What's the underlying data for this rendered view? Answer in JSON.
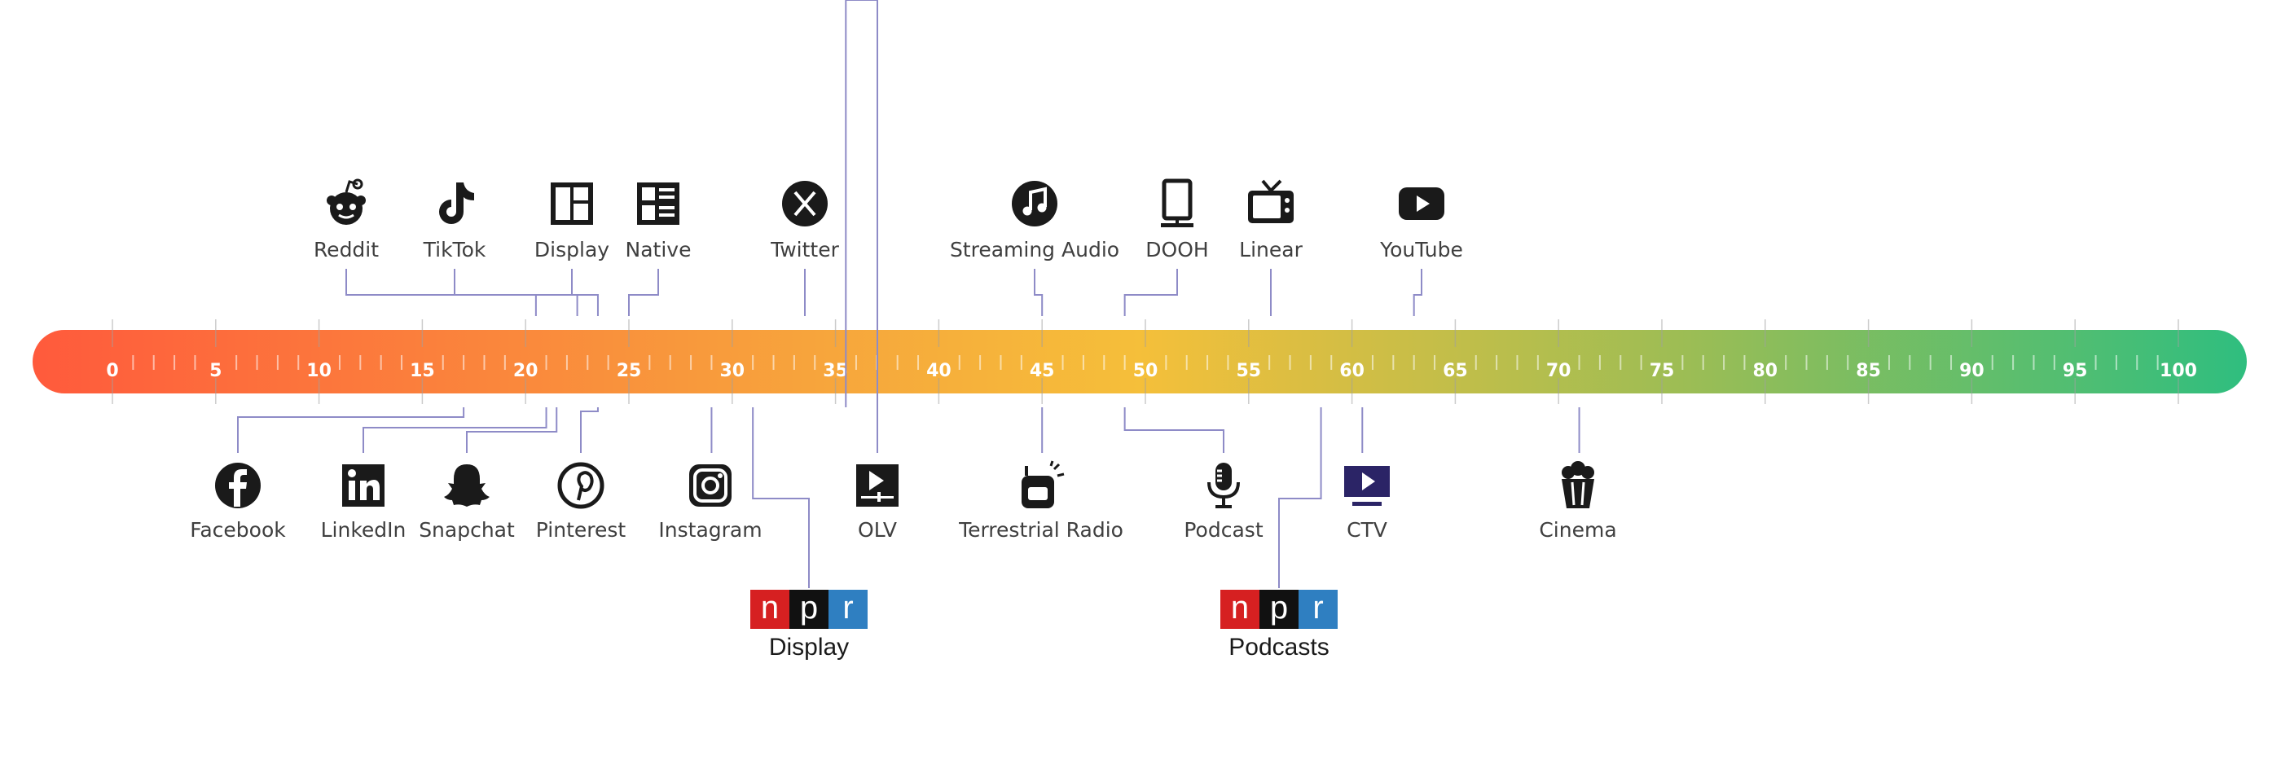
{
  "scale": {
    "ticks": [
      "0",
      "5",
      "10",
      "15",
      "20",
      "25",
      "30",
      "35",
      "40",
      "45",
      "50",
      "55",
      "60",
      "65",
      "70",
      "75",
      "80",
      "85",
      "90",
      "95",
      "100"
    ],
    "colors": [
      "#ff5a3c",
      "#f7a43c",
      "#f5bf3a",
      "#9bbd55",
      "#2fbe7f"
    ]
  },
  "top_channels": [
    {
      "label": "Reddit",
      "value": 20.5,
      "icon": "reddit-icon"
    },
    {
      "label": "TikTok",
      "value": 22.5,
      "icon": "tiktok-icon"
    },
    {
      "label": "Display",
      "value": 23.5,
      "icon": "display-icon"
    },
    {
      "label": "Native",
      "value": 25,
      "icon": "native-icon"
    },
    {
      "label": "Twitter",
      "value": 33.5,
      "icon": "x-icon"
    },
    {
      "label": "Streaming Audio",
      "value": 45,
      "icon": "music-note-icon"
    },
    {
      "label": "DOOH",
      "value": 49,
      "icon": "digital-billboard-icon"
    },
    {
      "label": "Linear",
      "value": 56,
      "icon": "tv-icon"
    },
    {
      "label": "YouTube",
      "value": 63,
      "icon": "play-button-icon"
    }
  ],
  "bottom_channels": [
    {
      "label": "Facebook",
      "value": 17,
      "icon": "facebook-icon"
    },
    {
      "label": "LinkedIn",
      "value": 21,
      "icon": "linkedin-icon"
    },
    {
      "label": "Snapchat",
      "value": 21.5,
      "icon": "snapchat-icon"
    },
    {
      "label": "Pinterest",
      "value": 23.5,
      "icon": "pinterest-icon"
    },
    {
      "label": "Instagram",
      "value": 29,
      "icon": "instagram-icon"
    },
    {
      "label": "OLV",
      "value": 35.5,
      "icon": "video-player-icon"
    },
    {
      "label": "Terrestrial  Radio",
      "value": 45,
      "icon": "radio-icon"
    },
    {
      "label": "Podcast",
      "value": 49,
      "icon": "microphone-icon"
    },
    {
      "label": "CTV",
      "value": 60.5,
      "icon": "ctv-icon"
    },
    {
      "label": "Cinema",
      "value": 71,
      "icon": "popcorn-icon"
    }
  ],
  "npr_items": [
    {
      "caption": "Display",
      "value": 31,
      "icon": "npr-logo"
    },
    {
      "caption": "Podcasts",
      "value": 58.5,
      "icon": "npr-logo"
    }
  ],
  "npr_letters": [
    "n",
    "p",
    "r"
  ],
  "npr_colors": [
    "#d62021",
    "#111111",
    "#2f7fc1"
  ],
  "ctv_color": "#2b2466"
}
